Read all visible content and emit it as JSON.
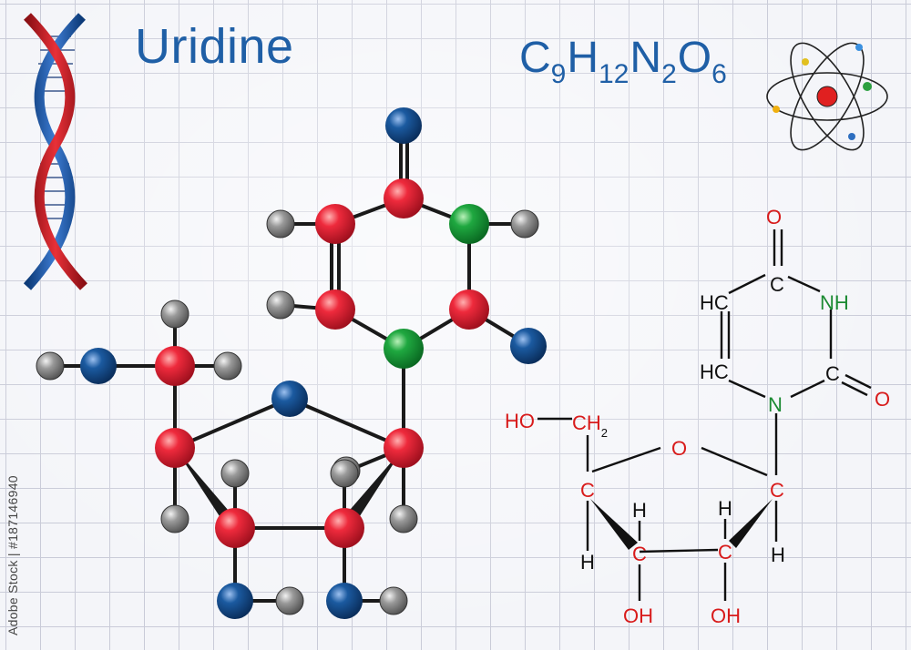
{
  "title": "Uridine",
  "formula": {
    "c": "C",
    "c_n": "9",
    "h": "H",
    "h_n": "12",
    "n": "N",
    "n_n": "2",
    "o": "O",
    "o_n": "6"
  },
  "watermark": "Adobe Stock | #187146940",
  "colors": {
    "title": "#1f5fa6",
    "carbon": "#e8283a",
    "nitrogen": "#1b9a3a",
    "oxygen": "#1a4f8a",
    "hydrogen": "#8e8e8e"
  },
  "structural_labels": {
    "o_top": "O",
    "c_carbonyl_top": "C",
    "nh": "NH",
    "hc_upper": "HC",
    "hc_lower": "HC",
    "c_carbonyl_right": "C",
    "o_right": "O",
    "n_ring": "N",
    "ho": "HO",
    "ch": "CH",
    "ch_sub": "2",
    "o_ring": "O",
    "c_left": "C",
    "c_right": "C",
    "c_bl": "C",
    "c_br": "C",
    "h_left": "H",
    "h_right": "H",
    "h_bl_up": "H",
    "h_br_up": "H",
    "oh_left": "OH",
    "oh_right": "OH"
  }
}
